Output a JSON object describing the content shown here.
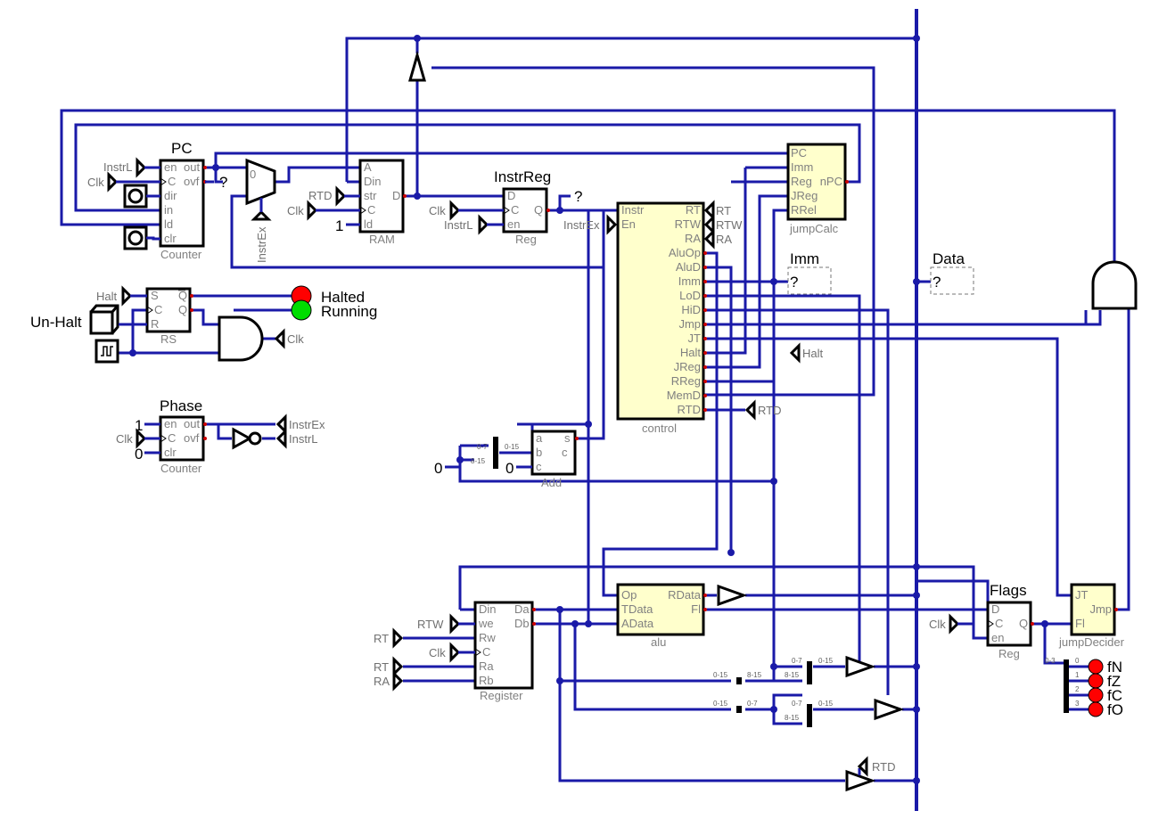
{
  "components": {
    "pc": {
      "title": "PC",
      "type": "Counter",
      "pins_left": [
        "en",
        "C",
        "dir",
        "in",
        "ld",
        "clr"
      ],
      "pins_right": [
        "out",
        "ovf"
      ],
      "probe": "?"
    },
    "ram": {
      "type": "RAM",
      "pins_left": [
        "A",
        "Din",
        "str",
        "C",
        "ld"
      ],
      "pins_right": [
        "D"
      ]
    },
    "instr_reg": {
      "title": "InstrReg",
      "type": "Reg",
      "pins_left": [
        "D",
        "C",
        "en"
      ],
      "pins_right": [
        "Q"
      ],
      "probe": "?"
    },
    "control": {
      "type": "control",
      "pins_left": [
        "Instr",
        "En"
      ],
      "pins_right": [
        "RT",
        "RTW",
        "RA",
        "AluOp",
        "AluD",
        "Imm",
        "LoD",
        "HiD",
        "Jmp",
        "JT",
        "Halt",
        "JReg",
        "RReg",
        "MemD",
        "RTD"
      ]
    },
    "jump_calc": {
      "type": "jumpCalc",
      "pins_left": [
        "PC",
        "Imm",
        "Reg",
        "JReg",
        "RRel"
      ],
      "pins_right": [
        "nPC"
      ]
    },
    "rs": {
      "type": "RS",
      "pins_left": [
        "S",
        "C",
        "R"
      ],
      "pins_right": [
        "Q",
        "Q"
      ]
    },
    "phase": {
      "title": "Phase",
      "type": "Counter",
      "pins_left": [
        "en",
        "C",
        "clr"
      ],
      "pins_right": [
        "out",
        "ovf"
      ]
    },
    "add": {
      "type": "Add",
      "pins_left": [
        "a",
        "b",
        "c"
      ],
      "pins_right": [
        "s",
        "c"
      ]
    },
    "register": {
      "type": "Register",
      "pins_left": [
        "Din",
        "we",
        "Rw",
        "C",
        "Ra",
        "Rb"
      ],
      "pins_right": [
        "Da",
        "Db"
      ]
    },
    "alu": {
      "type": "alu",
      "pins_left": [
        "Op",
        "TData",
        "AData"
      ],
      "pins_right": [
        "RData",
        "Fl"
      ]
    },
    "flags": {
      "title": "Flags",
      "type": "Reg",
      "pins_left": [
        "D",
        "C",
        "en"
      ],
      "pins_right": [
        "Q"
      ]
    },
    "jump_decider": {
      "type": "jumpDecider",
      "pins_left": [
        "JT",
        "Fl"
      ],
      "pins_right": [
        "Jmp"
      ]
    }
  },
  "tunnels": {
    "pc_en": "InstrL",
    "pc_clk": "Clk",
    "mux_sel": "InstrEx",
    "ram_str": "RTD",
    "ram_clk": "Clk",
    "ir_clk": "Clk",
    "ir_en": "InstrL",
    "ctrl_en": "InstrEx",
    "ctrl_rt": "RT",
    "ctrl_rtw": "RTW",
    "ctrl_ra": "RA",
    "ctrl_halt": "Halt",
    "ctrl_rtd": "RTD",
    "rs_halt": "Halt",
    "and_clk": "Clk",
    "phase_clk": "Clk",
    "phase_ex": "InstrEx",
    "phase_l": "InstrL",
    "reg_rtw": "RTW",
    "reg_rt1": "RT",
    "reg_clk": "Clk",
    "reg_rt2": "RT",
    "reg_ra": "RA",
    "flags_clk": "Clk",
    "tri_rtd": "RTD"
  },
  "constants": {
    "ram_ld": "1",
    "phase_en": "1",
    "phase_clr": "0",
    "add_b": "0",
    "add_c": "0",
    "mux_in0": "0"
  },
  "io": {
    "un_halt": "Un-Halt",
    "halted": {
      "label": "Halted",
      "color": "#ff0000"
    },
    "running": {
      "label": "Running",
      "color": "#00dd00"
    },
    "imm_probe": {
      "label": "Imm",
      "value": "?"
    },
    "data_probe": {
      "label": "Data",
      "value": "?"
    }
  },
  "splitters": {
    "add_in": [
      "0-7",
      "0-15",
      "8-15"
    ],
    "mid": [
      "0-15",
      "8-15"
    ],
    "low": [
      "0-15",
      "0-7"
    ],
    "hi_out": [
      "0-7",
      "0-15",
      "8-15"
    ],
    "lo_out": [
      "0-7",
      "0-15",
      "8-15"
    ],
    "flags_out": [
      "0-3",
      "0",
      "1",
      "2",
      "3"
    ]
  },
  "flag_leds": [
    {
      "label": "fN",
      "color": "#ff0000"
    },
    {
      "label": "fZ",
      "color": "#ff0000"
    },
    {
      "label": "fC",
      "color": "#ff0000"
    },
    {
      "label": "fO",
      "color": "#ff0000"
    }
  ]
}
